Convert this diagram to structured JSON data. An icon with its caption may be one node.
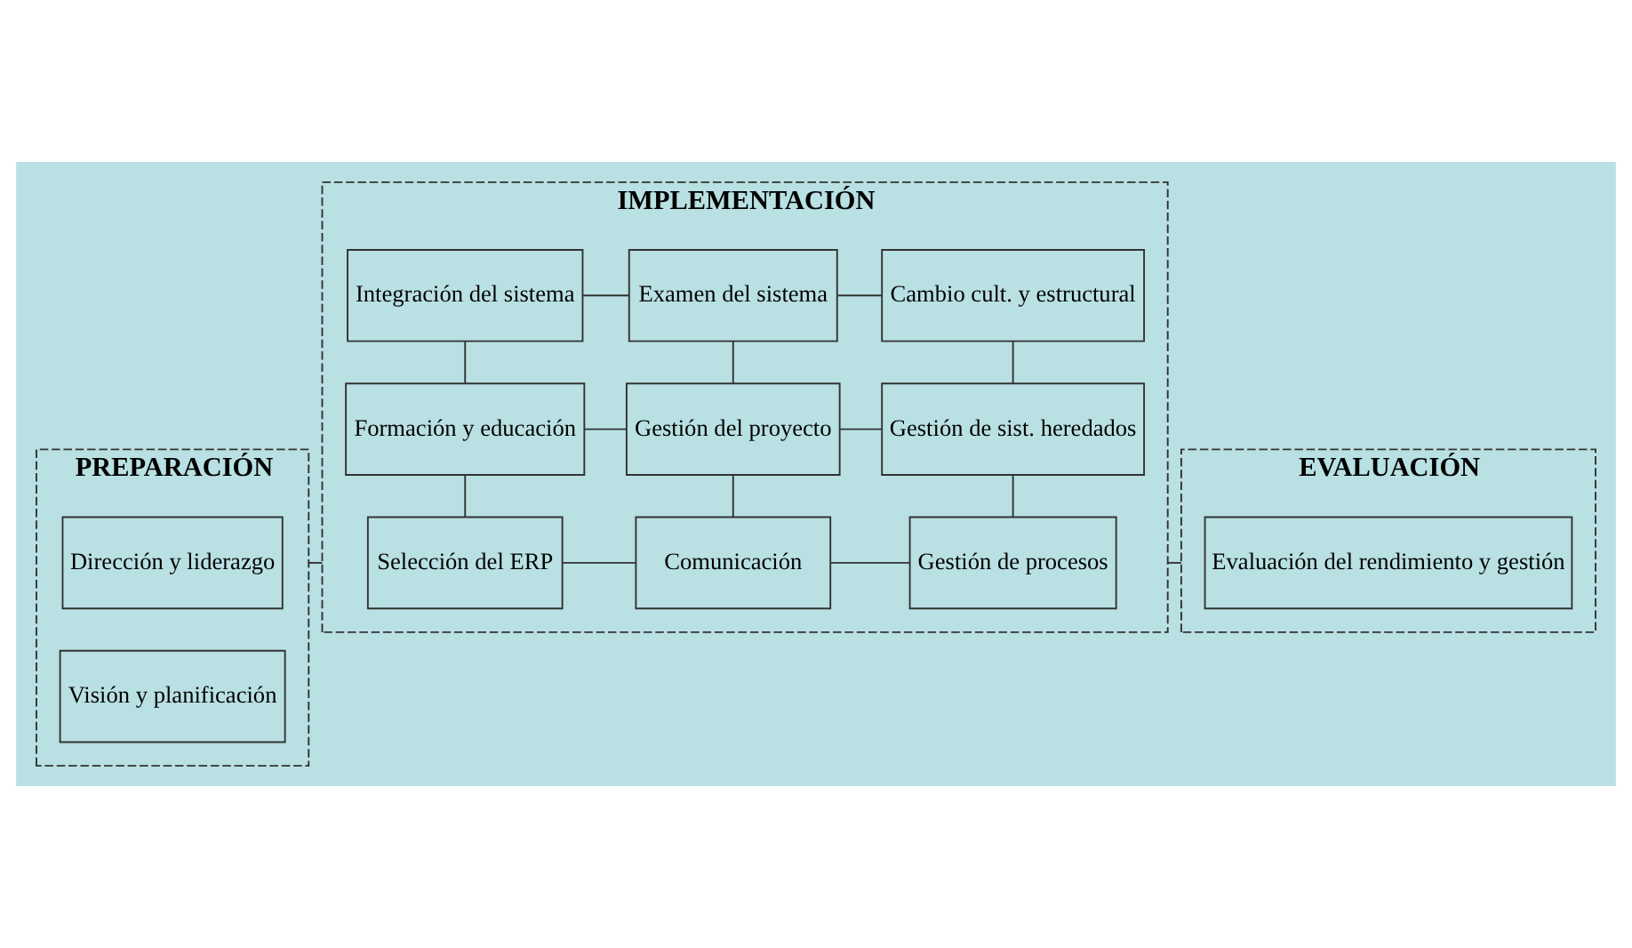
{
  "diagram": {
    "nodes": [
      {
        "text": [
          "PREPARACIÓN"
        ]
      },
      {
        "text": [
          "Dirección y liderazgo"
        ],
        "in": 0
      },
      {
        "text": [
          "Visión y planificación"
        ],
        "in": 0
      },
      {
        "text": [
          "IMPLEMENTACIÓN"
        ]
      },
      {
        "text": [
          "Selección del ERP"
        ],
        "in": 3
      },
      {
        "text": [
          "Comunicación"
        ],
        "in": 3
      },
      {
        "text": [
          "Gestión de procesos"
        ],
        "in": 3
      },
      {
        "text": [
          "Formación y educación"
        ],
        "in": 3
      },
      {
        "text": [
          "Gestión del proyecto"
        ],
        "in": 3
      },
      {
        "text": [
          "Gestión de sist. heredados"
        ],
        "in": 3
      },
      {
        "text": [
          "Integración del sistema"
        ],
        "in": 3
      },
      {
        "text": [
          "Examen del sistema"
        ],
        "in": 3
      },
      {
        "text": [
          "Cambio cult. y estructural"
        ],
        "in": 3
      },
      {
        "text": [
          "EVALUACIÓN"
        ]
      },
      {
        "text": [
          "Evaluación del rendimiento y gestión"
        ],
        "in": 13
      }
    ],
    "edges": [
      {
        "from": 0,
        "to": 3,
        "arrow": "none"
      },
      {
        "from": 3,
        "to": 13,
        "arrow": "none"
      },
      {
        "from": 4,
        "to": 5,
        "arrow": "none"
      },
      {
        "from": 5,
        "to": 6,
        "arrow": "none"
      },
      {
        "from": 7,
        "to": 8,
        "arrow": "none"
      },
      {
        "from": 8,
        "to": 9,
        "arrow": "none"
      },
      {
        "from": 10,
        "to": 11,
        "arrow": "none"
      },
      {
        "from": 11,
        "to": 12,
        "arrow": "none"
      },
      {
        "from": 4,
        "to": 7,
        "arrow": "none"
      },
      {
        "from": 7,
        "to": 10,
        "arrow": "none"
      },
      {
        "from": 5,
        "to": 8,
        "arrow": "none"
      },
      {
        "from": 8,
        "to": 11,
        "arrow": "none"
      },
      {
        "from": 6,
        "to": 9,
        "arrow": "none"
      },
      {
        "from": 9,
        "to": 12,
        "arrow": "none"
      }
    ]
  }
}
